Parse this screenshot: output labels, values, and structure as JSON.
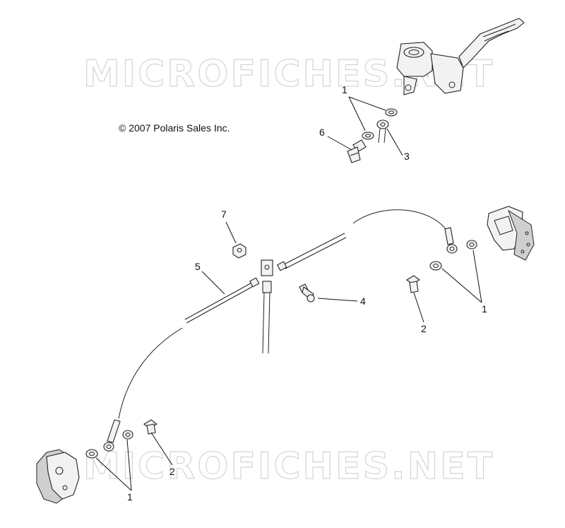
{
  "diagram": {
    "copyright": "© 2007 Polaris Sales Inc.",
    "watermark": "MICROFICHES.NET",
    "callouts": {
      "c1_top": "1",
      "c3": "3",
      "c6": "6",
      "c7": "7",
      "c5": "5",
      "c4": "4",
      "c1_right": "1",
      "c2_right": "2",
      "c2_left": "2",
      "c1_left": "1"
    }
  }
}
